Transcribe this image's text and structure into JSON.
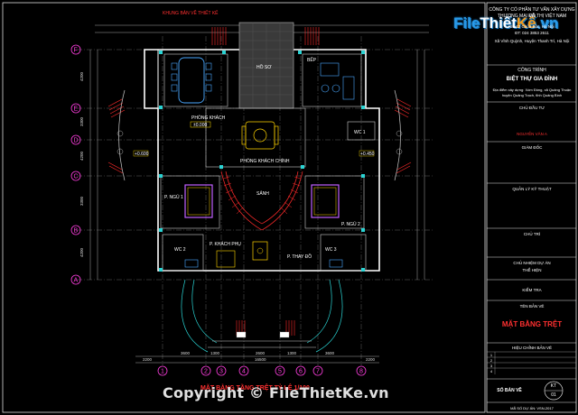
{
  "header": {
    "top_red_label": "KHUNG BẢN VẼ THIẾT KẾ",
    "top_right_line1": "CÔNG TY CỔ PHẦN TƯ VẤN XÂY DỰNG VÀ",
    "top_right_line2": "THƯƠNG MẠI ĐÔ THỊ VIỆT NAM",
    "top_right_line3": "Số 12 Chùa Bộc, Hà Nội",
    "top_right_line4": "ĐT: 024 3853 2611",
    "top_right_line5": "Xã Vĩnh Quỳnh, Huyện Thanh Trì, Hà Nội"
  },
  "logo": {
    "part1": "File",
    "part2": "Thiết",
    "part3": "Kế",
    "part4": ".vn"
  },
  "titleblock": {
    "project_heading": "CÔNG TRÌNH",
    "project_name": "BIỆT THỰ GIA ĐÌNH",
    "project_address_1": "Địa điểm xây dựng: Xóm Đồng, xã Quảng Thuận",
    "project_address_2": "huyện Quảng Trạch, tỉnh Quảng Bình",
    "owner_label": "CHỦ ĐẦU TƯ",
    "owner_name": "NGUYỄN VĂN A",
    "director_label": "GIÁM ĐỐC",
    "tech_label": "QUẢN LÝ KỸ THUẬT",
    "design_chief": "CHỦ TRÌ",
    "designer": "CHỦ NHIỆM DỰ ÁN",
    "drawn_by": "THỂ HIỆN",
    "checked_by": "KIỂM TRA",
    "drawing_name_label": "TÊN BẢN VẼ",
    "drawing_name": "MẶT BẰNG TRỆT",
    "revision_label": "HIỆU CHỈNH BẢN VẼ",
    "rev_rows": [
      "1",
      "2",
      "3",
      "4"
    ],
    "sheet_label": "SỐ BẢN VẼ",
    "sheet_code": "KT",
    "sheet_number": "01",
    "bottom_code": "MÃ SỐ DỰ ÁN: VSN-2017"
  },
  "plan": {
    "axis_rows": [
      "F",
      "E",
      "D",
      "C",
      "B",
      "A"
    ],
    "axis_cols": [
      "1",
      "2",
      "3",
      "4",
      "5",
      "6",
      "7",
      "8"
    ],
    "rooms": {
      "bep": "BẾP",
      "phong_khach": "PHÒNG KHÁCH",
      "phong_khach_level": "±0.000",
      "phong_khach_chinh": "PHÒNG KHÁCH CHÍNH",
      "p_ngu_1": "P. NGỦ 1",
      "p_ngu_2": "P. NGỦ 2",
      "sanh": "SẢNH",
      "wc1": "WC 1",
      "wc2": "WC 2",
      "wc3": "WC 3",
      "p_khach_phu": "P. KHÁCH PHỤ",
      "p_thay_do": "P. THAY ĐỒ",
      "ho_so": "HỒ SƠ",
      "level_a": "+0.600",
      "level_b": "+0.450"
    },
    "dims_bottom": [
      "2200",
      "3600",
      "1300",
      "2600",
      "1300",
      "3600",
      "2200"
    ],
    "dims_total": "16500",
    "dims_left": [
      "4200",
      "3300",
      "4200",
      "3300",
      "4200"
    ],
    "footer_title": "MẶT BẰNG TẦNG TRỆT TỶ LỆ 1/100"
  },
  "copyright": "Copyright © FileThietKe.vn"
}
